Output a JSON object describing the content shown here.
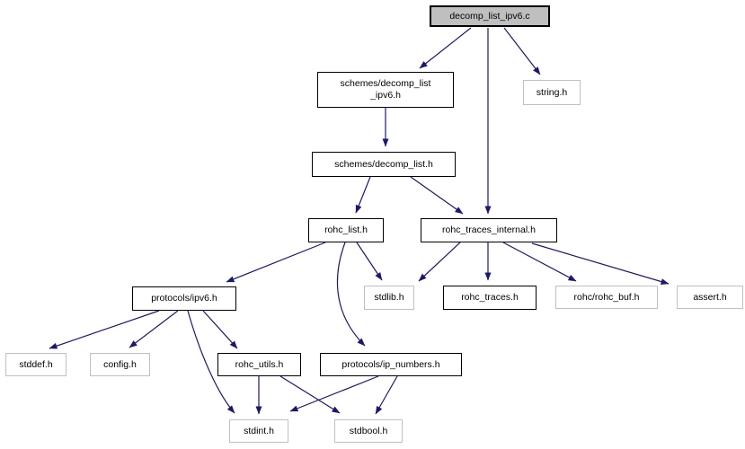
{
  "diagram": {
    "type": "include-dependency-graph",
    "root_file": "decomp_list_ipv6.c"
  },
  "colors": {
    "edge": "#191970",
    "main_node_fill": "#bfbfbf",
    "linked_node_border": "#000000",
    "external_node_border": "#c0c0c0",
    "node_fill": "#ffffff",
    "text": "#000000"
  },
  "nodes": [
    {
      "id": "decomp_list_ipv6_c",
      "label": "decomp_list_ipv6.c",
      "type": "main"
    },
    {
      "id": "schemes_decomp_list_ipv6_h",
      "label": "schemes/decomp_list_ipv6.h",
      "lines": [
        "schemes/decomp_list",
        "_ipv6.h"
      ],
      "type": "internal"
    },
    {
      "id": "string_h",
      "label": "string.h",
      "type": "external"
    },
    {
      "id": "schemes_decomp_list_h",
      "label": "schemes/decomp_list.h",
      "type": "internal"
    },
    {
      "id": "rohc_list_h",
      "label": "rohc_list.h",
      "type": "internal"
    },
    {
      "id": "rohc_traces_internal_h",
      "label": "rohc_traces_internal.h",
      "type": "internal"
    },
    {
      "id": "stdlib_h",
      "label": "stdlib.h",
      "type": "external"
    },
    {
      "id": "rohc_traces_h",
      "label": "rohc_traces.h",
      "type": "internal"
    },
    {
      "id": "rohc_rohc_buf_h",
      "label": "rohc/rohc_buf.h",
      "type": "external"
    },
    {
      "id": "assert_h",
      "label": "assert.h",
      "type": "external"
    },
    {
      "id": "protocols_ipv6_h",
      "label": "protocols/ipv6.h",
      "type": "internal"
    },
    {
      "id": "stddef_h",
      "label": "stddef.h",
      "type": "external"
    },
    {
      "id": "config_h",
      "label": "config.h",
      "type": "external"
    },
    {
      "id": "rohc_utils_h",
      "label": "rohc_utils.h",
      "type": "internal"
    },
    {
      "id": "protocols_ip_numbers_h",
      "label": "protocols/ip_numbers.h",
      "type": "internal"
    },
    {
      "id": "stdint_h",
      "label": "stdint.h",
      "type": "external"
    },
    {
      "id": "stdbool_h",
      "label": "stdbool.h",
      "type": "external"
    }
  ],
  "edges": [
    {
      "from": "decomp_list_ipv6.c",
      "to": "schemes/decomp_list_ipv6.h"
    },
    {
      "from": "decomp_list_ipv6.c",
      "to": "rohc_traces_internal.h"
    },
    {
      "from": "decomp_list_ipv6.c",
      "to": "string.h"
    },
    {
      "from": "schemes/decomp_list_ipv6.h",
      "to": "schemes/decomp_list.h"
    },
    {
      "from": "schemes/decomp_list.h",
      "to": "rohc_list.h"
    },
    {
      "from": "schemes/decomp_list.h",
      "to": "rohc_traces_internal.h"
    },
    {
      "from": "rohc_list.h",
      "to": "protocols/ipv6.h"
    },
    {
      "from": "rohc_list.h",
      "to": "stdlib.h"
    },
    {
      "from": "rohc_list.h",
      "to": "protocols/ip_numbers.h"
    },
    {
      "from": "rohc_traces_internal.h",
      "to": "stdlib.h"
    },
    {
      "from": "rohc_traces_internal.h",
      "to": "rohc_traces.h"
    },
    {
      "from": "rohc_traces_internal.h",
      "to": "rohc/rohc_buf.h"
    },
    {
      "from": "rohc_traces_internal.h",
      "to": "assert.h"
    },
    {
      "from": "protocols/ipv6.h",
      "to": "stddef.h"
    },
    {
      "from": "protocols/ipv6.h",
      "to": "config.h"
    },
    {
      "from": "protocols/ipv6.h",
      "to": "rohc_utils.h"
    },
    {
      "from": "protocols/ipv6.h",
      "to": "stdint.h"
    },
    {
      "from": "rohc_utils.h",
      "to": "stdint.h"
    },
    {
      "from": "rohc_utils.h",
      "to": "stdbool.h"
    },
    {
      "from": "protocols/ip_numbers.h",
      "to": "stdint.h"
    },
    {
      "from": "protocols/ip_numbers.h",
      "to": "stdbool.h"
    }
  ]
}
